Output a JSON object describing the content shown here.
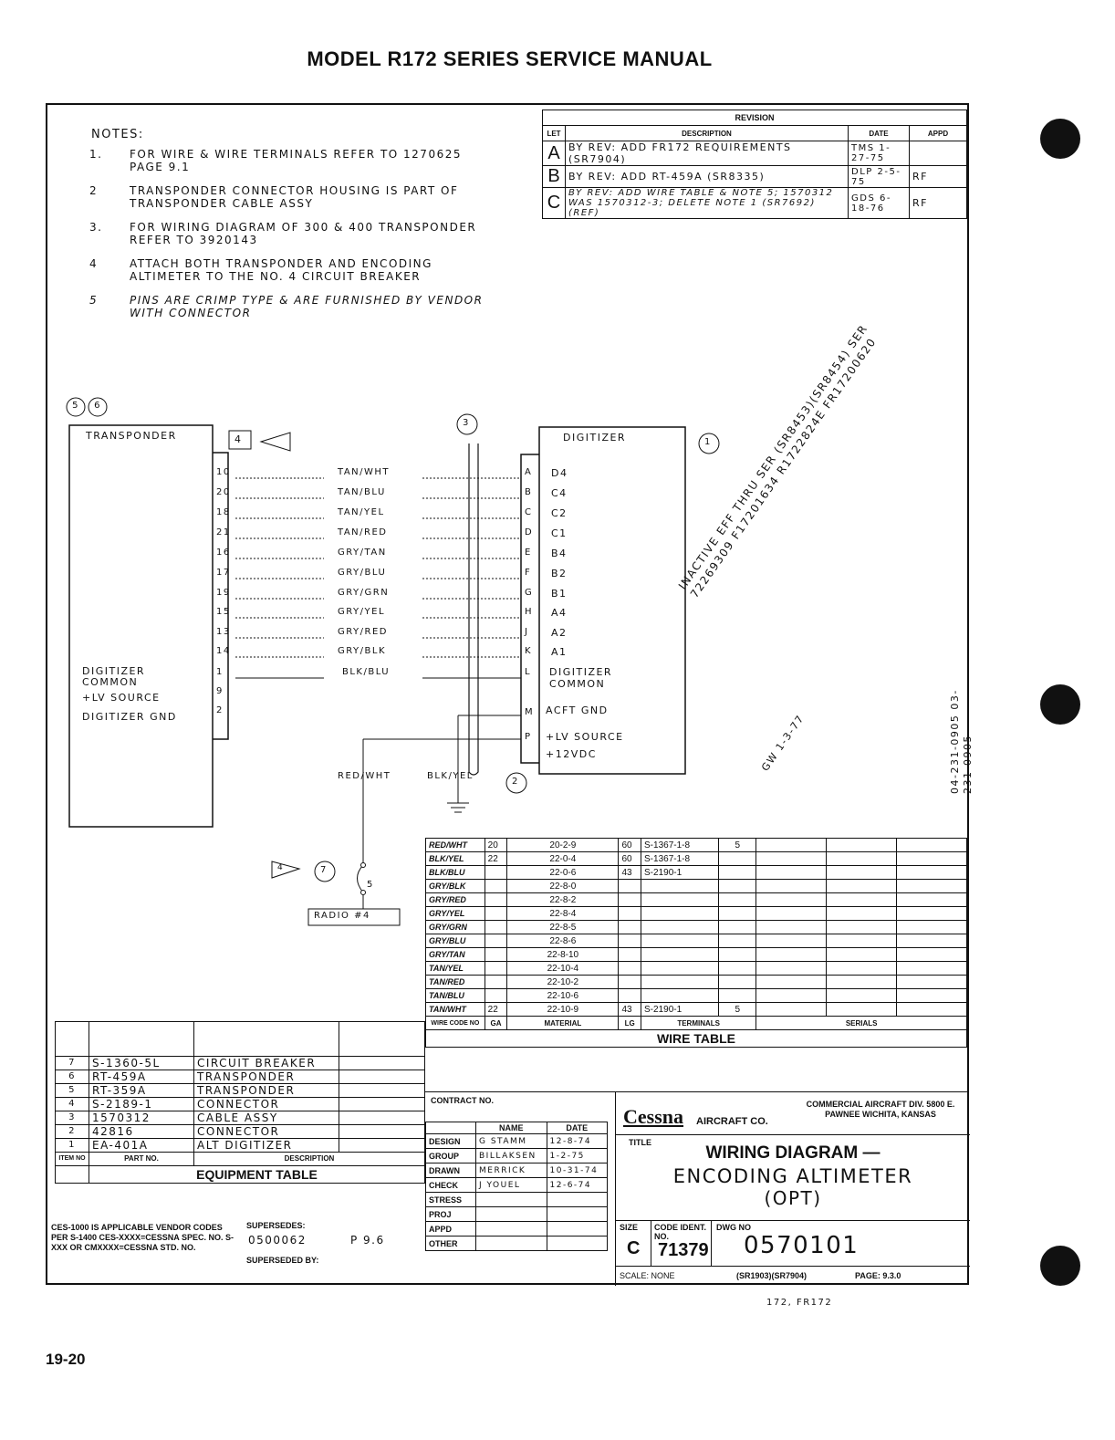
{
  "header": {
    "title": "MODEL R172 SERIES SERVICE MANUAL"
  },
  "page_number": "19-20",
  "notes": {
    "title": "NOTES:",
    "items": [
      {
        "num": "1.",
        "text": "FOR WIRE & WIRE TERMINALS REFER TO 1270625 PAGE 9.1"
      },
      {
        "num": "2",
        "text": "TRANSPONDER CONNECTOR HOUSING IS PART OF TRANSPONDER CABLE ASSY"
      },
      {
        "num": "3.",
        "text": "FOR WIRING DIAGRAM OF 300 & 400 TRANSPONDER REFER TO 3920143"
      },
      {
        "num": "4",
        "text": "ATTACH BOTH TRANSPONDER AND ENCODING ALTIMETER TO THE NO. 4 CIRCUIT BREAKER"
      },
      {
        "num": "5",
        "text": "PINS ARE CRIMP TYPE & ARE FURNISHED BY VENDOR WITH CONNECTOR"
      }
    ]
  },
  "revision": {
    "title": "REVISION",
    "headers": [
      "LET",
      "DESCRIPTION",
      "DATE",
      "APPD"
    ],
    "rows": [
      {
        "let": "A",
        "desc": "BY REV: ADD FR172 REQUIREMENTS (SR7904)",
        "date": "TMS 1-27-75",
        "appd": ""
      },
      {
        "let": "B",
        "desc": "BY REV: ADD RT-459A (SR8335)",
        "date": "DLP 2-5-75",
        "appd": "RF"
      },
      {
        "let": "C",
        "desc": "BY REV: ADD WIRE TABLE & NOTE 5; 1570312 WAS 1570312-3; DELETE NOTE 1 (SR7692)(REF)",
        "date": "GDS 6-18-76",
        "appd": "RF"
      }
    ]
  },
  "diagram": {
    "transponder_label": "TRANSPONDER",
    "digitizer_label": "DIGITIZER",
    "callouts": {
      "c5": "5",
      "c6": "6",
      "c4": "4",
      "c3": "3",
      "c1": "1",
      "c2": "2",
      "c7": "7",
      "c4b": "4"
    },
    "pins_left": [
      "10",
      "20",
      "18",
      "21",
      "16",
      "17",
      "19",
      "15",
      "13",
      "14",
      "1",
      "9",
      "2"
    ],
    "pins_right": [
      "A",
      "B",
      "C",
      "D",
      "E",
      "F",
      "G",
      "H",
      "J",
      "K",
      "L",
      "M",
      "P"
    ],
    "wire_labels": [
      "TAN/WHT",
      "TAN/BLU",
      "TAN/YEL",
      "TAN/RED",
      "GRY/TAN",
      "GRY/BLU",
      "GRY/GRN",
      "GRY/YEL",
      "GRY/RED",
      "GRY/BLK",
      "BLK/BLU"
    ],
    "signals": [
      "D4",
      "C4",
      "C2",
      "C1",
      "B4",
      "B2",
      "B1",
      "A4",
      "A2",
      "A1"
    ],
    "digitizer_common": "DIGITIZER COMMON",
    "acft_gnd": "ACFT GND",
    "lv_source": "+LV SOURCE",
    "twelve_vdc": "+12VDC",
    "left_common": "DIGITIZER COMMON",
    "left_lv": "+LV SOURCE",
    "left_gnd": "DIGITIZER GND",
    "red_wht": "RED/WHT",
    "blk_yel": "BLK/YEL",
    "breaker_amps": "5",
    "radio_label": "RADIO #4",
    "inactive_text": "INACTIVE EFF THRU SER (SR8453)(SR8454) SER 72269309 F17201634 R1722824E FR17200620",
    "inactive_sign": "GW 1-3-77",
    "side_numbers": "04-231-0905 03-231-0905"
  },
  "wire_table": {
    "title": "WIRE TABLE",
    "headers": [
      "WIRE CODE NO",
      "GA",
      "MATERIAL",
      "LG",
      "TERMINALS",
      "SERIALS"
    ],
    "rows": [
      [
        "RED/WHT",
        "20",
        "20-2-9",
        "60",
        "S-1367-1-8",
        "5"
      ],
      [
        "BLK/YEL",
        "22",
        "22-0-4",
        "60",
        "S-1367-1-8",
        ""
      ],
      [
        "BLK/BLU",
        "",
        "22-0-6",
        "43",
        "S-2190-1",
        ""
      ],
      [
        "GRY/BLK",
        "",
        "22-8-0",
        "",
        "",
        ""
      ],
      [
        "GRY/RED",
        "",
        "22-8-2",
        "",
        "",
        ""
      ],
      [
        "GRY/YEL",
        "",
        "22-8-4",
        "",
        "",
        ""
      ],
      [
        "GRY/GRN",
        "",
        "22-8-5",
        "",
        "",
        ""
      ],
      [
        "GRY/BLU",
        "",
        "22-8-6",
        "",
        "",
        ""
      ],
      [
        "GRY/TAN",
        "",
        "22-8-10",
        "",
        "",
        ""
      ],
      [
        "TAN/YEL",
        "",
        "22-10-4",
        "",
        "",
        ""
      ],
      [
        "TAN/RED",
        "",
        "22-10-2",
        "",
        "",
        ""
      ],
      [
        "TAN/BLU",
        "",
        "22-10-6",
        "",
        "",
        ""
      ],
      [
        "TAN/WHT",
        "22",
        "22-10-9",
        "43",
        "S-2190-1",
        "5"
      ]
    ]
  },
  "equipment_table": {
    "title": "EQUIPMENT TABLE",
    "headers": [
      "ITEM NO",
      "PART NO.",
      "DESCRIPTION"
    ],
    "rows": [
      [
        "7",
        "S-1360-5L",
        "CIRCUIT BREAKER"
      ],
      [
        "6",
        "RT-459A",
        "TRANSPONDER"
      ],
      [
        "5",
        "RT-359A",
        "TRANSPONDER"
      ],
      [
        "4",
        "S-2189-1",
        "CONNECTOR"
      ],
      [
        "3",
        "1570312",
        "CABLE ASSY"
      ],
      [
        "2",
        "42816",
        "CONNECTOR"
      ],
      [
        "1",
        "EA-401A",
        "ALT DIGITIZER"
      ]
    ]
  },
  "ces_note": "CES-1000 IS APPLICABLE VENDOR CODES PER S-1400 CES-XXXX=CESSNA SPEC. NO. S-XXX OR CMXXXX=CESSNA STD. NO.",
  "supersedes": {
    "label": "SUPERSEDES:",
    "value": "0500062",
    "page": "P 9.6",
    "superseded_by": "SUPERSEDED BY:"
  },
  "title_block": {
    "contract_no": "CONTRACT NO.",
    "name_header": "NAME",
    "date_header": "DATE",
    "roles": [
      {
        "role": "DESIGN",
        "name": "G STAMM",
        "date": "12-8-74"
      },
      {
        "role": "GROUP",
        "name": "BILLAKSEN",
        "date": "1-2-75"
      },
      {
        "role": "DRAWN",
        "name": "MERRICK",
        "date": "10-31-74"
      },
      {
        "role": "CHECK",
        "name": "J YOUEL",
        "date": "12-6-74"
      },
      {
        "role": "STRESS",
        "name": "",
        "date": ""
      },
      {
        "role": "PROJ",
        "name": "",
        "date": ""
      },
      {
        "role": "APPD",
        "name": "",
        "date": ""
      },
      {
        "role": "OTHER",
        "name": "",
        "date": ""
      }
    ],
    "company": "Cessna",
    "company_suffix": "AIRCRAFT CO.",
    "division": "COMMERCIAL AIRCRAFT DIV. 5800 E. PAWNEE WICHITA, KANSAS",
    "title_label": "TITLE",
    "title_line1": "WIRING DIAGRAM —",
    "title_line2": "ENCODING ALTIMETER",
    "title_line3": "(OPT)",
    "size_label": "SIZE",
    "size": "C",
    "code_label": "CODE IDENT. NO.",
    "code": "71379",
    "dwg_label": "DWG NO",
    "dwg": "0570101",
    "scale": "SCALE: NONE",
    "sr": "(SR1903)(SR7904)",
    "page": "PAGE: 9.3.0",
    "footnote": "172, FR172"
  }
}
